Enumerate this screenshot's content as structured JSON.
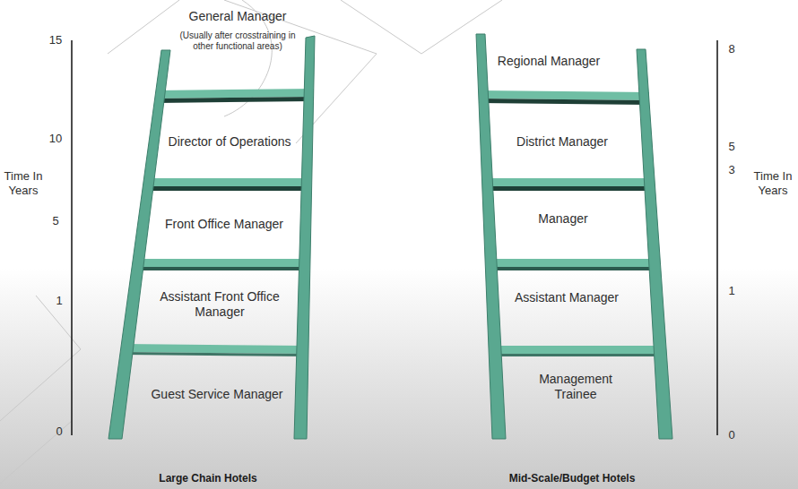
{
  "diagram": {
    "labels": [
      "General Manager",
      "(Usually after crosstraining in other functional areas)",
      "Director of Operations",
      "Front Office Manager",
      "Assistant Front Office Manager",
      "Guest Service Manager",
      "Large Chain Hotels",
      "15",
      "10",
      "5",
      "1",
      "0",
      "Time In Years",
      "Regional Manager",
      "District Manager",
      "Manager",
      "Assistant Manager",
      "Management Trainee",
      "Mid-Scale/Budget Hotels",
      "8",
      "5",
      "3",
      "1",
      "0",
      "Time In Years"
    ]
  }
}
